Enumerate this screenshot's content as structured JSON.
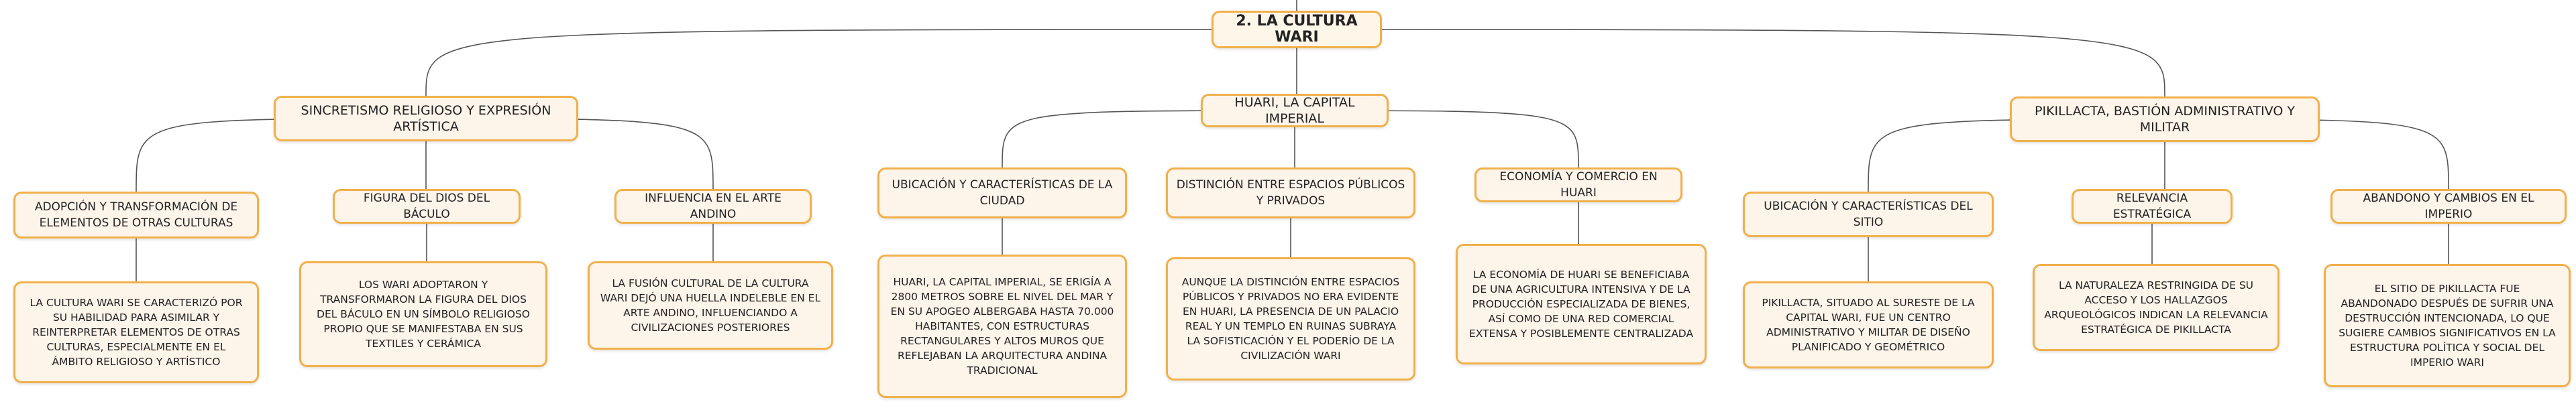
{
  "root": "2. LA CULTURA WARI",
  "branches": {
    "sincretismo": {
      "label": "SINCRETISMO RELIGIOSO Y EXPRESIÓN ARTÍSTICA",
      "adopcion": {
        "label": "ADOPCIÓN Y TRANSFORMACIÓN DE ELEMENTOS DE OTRAS CULTURAS",
        "text": "LA CULTURA WARI SE CARACTERIZÓ POR SU HABILIDAD PARA ASIMILAR Y REINTERPRETAR ELEMENTOS DE OTRAS CULTURAS, ESPECIALMENTE EN EL ÁMBITO RELIGIOSO Y ARTÍSTICO"
      },
      "figura": {
        "label": "FIGURA DEL DIOS DEL BÁCULO",
        "text": "LOS WARI ADOPTARON Y TRANSFORMARON LA FIGURA DEL DIOS DEL BÁCULO EN UN SÍMBOLO RELIGIOSO PROPIO QUE SE MANIFESTABA EN SUS TEXTILES Y CERÁMICA"
      },
      "influencia": {
        "label": "INFLUENCIA EN EL ARTE ANDINO",
        "text": "LA FUSIÓN CULTURAL DE LA CULTURA WARI DEJÓ UNA HUELLA INDELEBLE EN EL ARTE ANDINO, INFLUENCIANDO A CIVILIZACIONES POSTERIORES"
      }
    },
    "huari": {
      "label": "HUARI, LA CAPITAL IMPERIAL",
      "ubicacion": {
        "label": "UBICACIÓN Y CARACTERÍSTICAS DE LA CIUDAD",
        "text": "HUARI, LA CAPITAL IMPERIAL, SE ERIGÍA A 2800 METROS SOBRE EL NIVEL DEL MAR Y EN SU APOGEO ALBERGABA HASTA 70.000 HABITANTES, CON ESTRUCTURAS RECTANGULARES Y ALTOS MUROS QUE REFLEJABAN LA ARQUITECTURA ANDINA TRADICIONAL"
      },
      "distincion": {
        "label": "DISTINCIÓN ENTRE ESPACIOS PÚBLICOS Y PRIVADOS",
        "text": "AUNQUE LA DISTINCIÓN ENTRE ESPACIOS PÚBLICOS Y PRIVADOS NO ERA EVIDENTE EN HUARI, LA PRESENCIA DE UN PALACIO REAL Y UN TEMPLO EN RUINAS SUBRAYA LA SOFISTICACIÓN Y EL PODERÍO DE LA CIVILIZACIÓN WARI"
      },
      "economia": {
        "label": "ECONOMÍA Y COMERCIO EN HUARI",
        "text": "LA ECONOMÍA DE HUARI SE BENEFICIABA DE UNA AGRICULTURA INTENSIVA Y DE LA PRODUCCIÓN ESPECIALIZADA DE BIENES, ASÍ COMO DE UNA RED COMERCIAL EXTENSA Y POSIBLEMENTE CENTRALIZADA"
      }
    },
    "pikillacta": {
      "label": "PIKILLACTA, BASTIÓN ADMINISTRATIVO Y MILITAR",
      "ubicacion": {
        "label": "UBICACIÓN Y CARACTERÍSTICAS DEL SITIO",
        "text": "PIKILLACTA, SITUADO AL SURESTE DE LA CAPITAL WARI, FUE UN CENTRO ADMINISTRATIVO Y MILITAR DE DISEÑO PLANIFICADO Y GEOMÉTRICO"
      },
      "relevancia": {
        "label": "RELEVANCIA ESTRATÉGICA",
        "text": "LA NATURALEZA RESTRINGIDA DE SU ACCESO Y LOS HALLAZGOS ARQUEOLÓGICOS INDICAN LA RELEVANCIA ESTRATÉGICA DE PIKILLACTA"
      },
      "abandono": {
        "label": "ABANDONO Y CAMBIOS EN EL IMPERIO",
        "text": "EL SITIO DE PIKILLACTA FUE ABANDONADO DESPUÉS DE SUFRIR UNA DESTRUCCIÓN INTENCIONADA, LO QUE SUGIERE CAMBIOS SIGNIFICATIVOS EN LA ESTRUCTURA POLÍTICA Y SOCIAL DEL IMPERIO WARI"
      }
    }
  },
  "colors": {
    "border": "#f1b04a",
    "fill": "#fdf4ea",
    "line": "#555555"
  }
}
